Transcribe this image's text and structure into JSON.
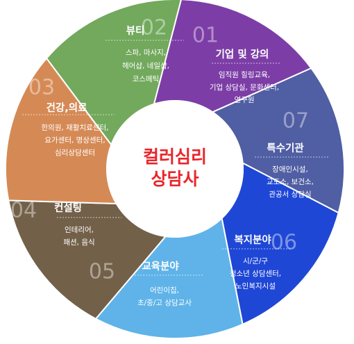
{
  "center": {
    "lines": [
      "컬러심리",
      "상담사"
    ],
    "color": "#e8262c"
  },
  "segments": [
    {
      "number": "01",
      "title": "기업 및 강의",
      "lines": [
        "임직원 힐링교육,",
        "기업 상담실, 문화센터,",
        "연구원"
      ],
      "color": "#1f47d6"
    },
    {
      "number": "07",
      "title": "특수기관",
      "lines": [
        "장애인시설,",
        "교도소, 보건소,",
        "관공서 상담실"
      ],
      "color": "#5fb3e8"
    },
    {
      "number": "06",
      "title": "복지분야",
      "lines": [
        "시/군/구",
        "청소년 상담센터,",
        "노인복지시설"
      ],
      "color": "#726049"
    },
    {
      "number": "05",
      "title": "교육분야",
      "lines": [
        "어린이집,",
        "초/중/고 상담교사"
      ],
      "color": "#d58a56"
    },
    {
      "number": "04",
      "title": "컨설팅",
      "lines": [
        "인테리어,",
        "패션, 음식"
      ],
      "color": "#72a95d"
    },
    {
      "number": "03",
      "title": "건강,의료",
      "lines": [
        "한의원, 재활치료센터,",
        "요가센터, 명상센터,",
        "심리상담센터"
      ],
      "color": "#7c3ea6"
    },
    {
      "number": "02",
      "title": "뷰티",
      "lines": [
        "스파, 마사지,",
        "헤어샵, 네일샵,",
        "코스메틱"
      ],
      "color": "#505ea3"
    }
  ]
}
